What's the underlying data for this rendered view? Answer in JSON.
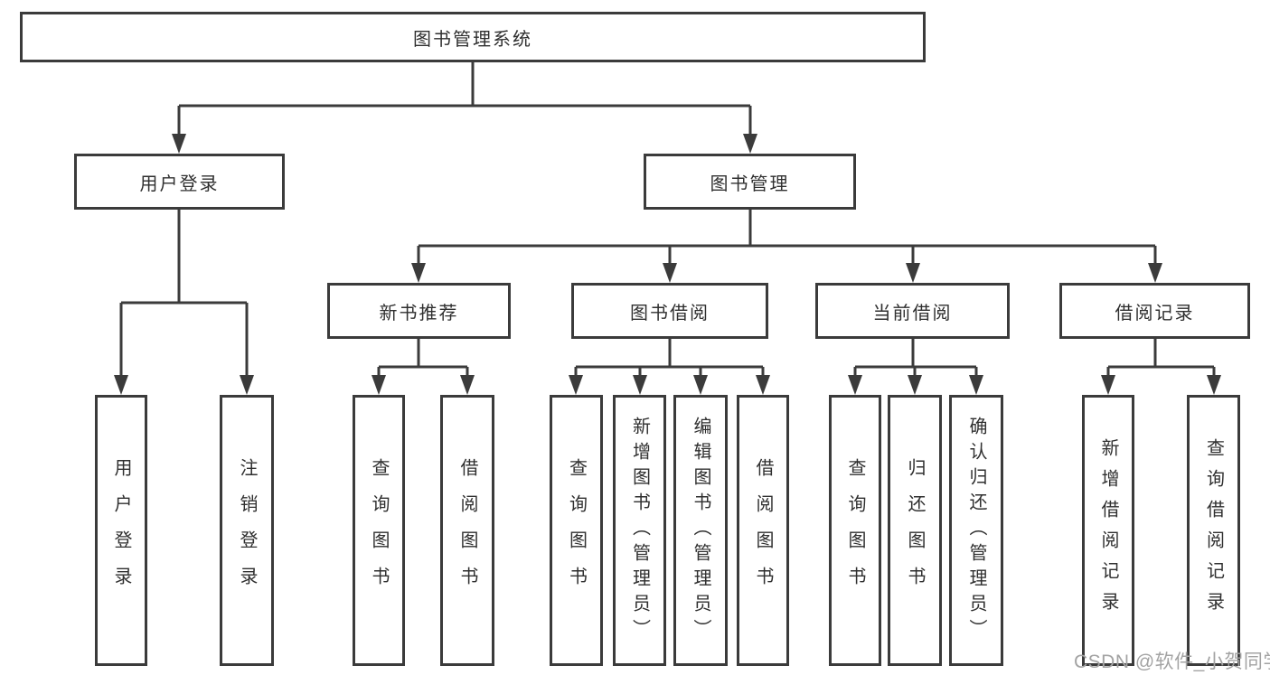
{
  "diagram": {
    "root": {
      "label": "图书管理系统"
    },
    "level2": [
      {
        "label": "用户登录"
      },
      {
        "label": "图书管理"
      }
    ],
    "level3": [
      {
        "label": "新书推荐"
      },
      {
        "label": "图书借阅"
      },
      {
        "label": "当前借阅"
      },
      {
        "label": "借阅记录"
      }
    ],
    "groups": {
      "user_login": [
        "用户登录",
        "注销登录"
      ],
      "new_book": [
        "查询图书",
        "借阅图书"
      ],
      "book_borrow": [
        "查询图书",
        "新增图书（管理员）",
        "编辑图书（管理员）",
        "借阅图书"
      ],
      "current_borrow": [
        "查询图书",
        "归还图书",
        "确认归还（管理员）"
      ],
      "records": [
        "新增借阅记录",
        "查询借阅记录"
      ]
    }
  },
  "watermark": {
    "text": "CSDN @软件_小贺同学",
    "color": "#a3a3a3"
  },
  "colors": {
    "line": "#3b3b3b",
    "text": "#2f2f2f",
    "box_background": "#ffffff"
  }
}
